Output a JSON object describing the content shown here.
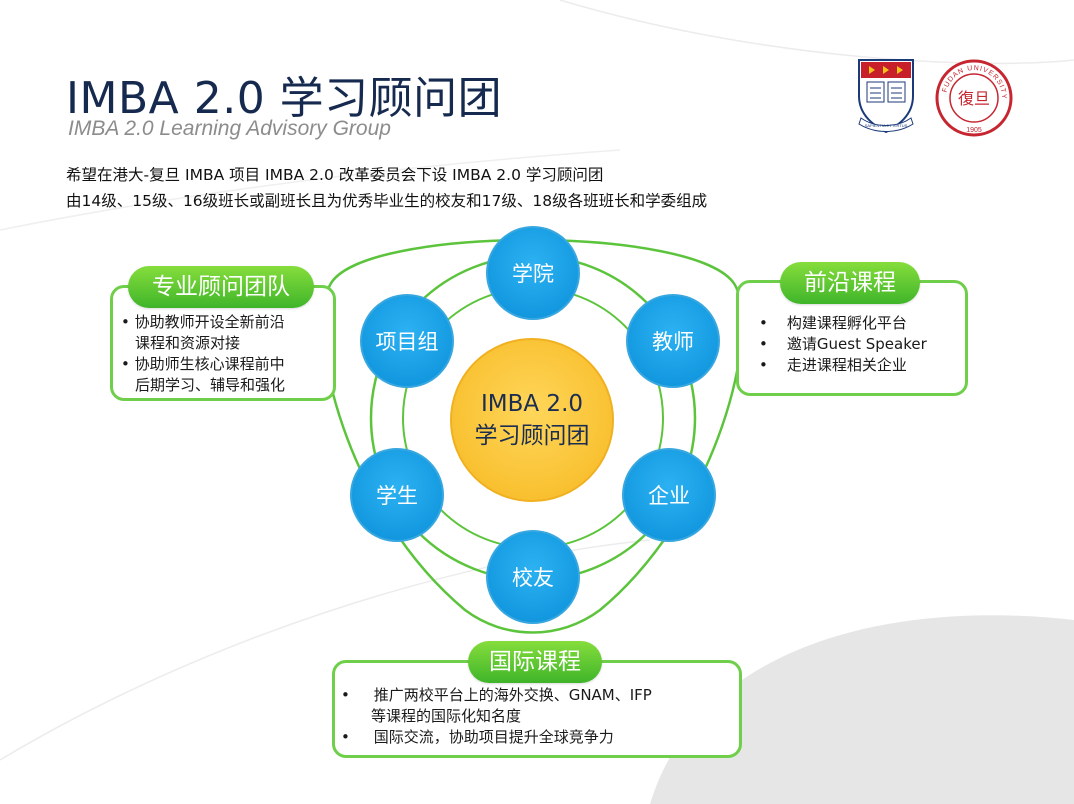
{
  "header": {
    "title": "IMBA 2.0 学习顾问团",
    "subtitle": "IMBA 2.0 Learning Advisory Group",
    "intro_line1": "希望在港大-复旦 IMBA 项目 IMBA 2.0 改革委员会下设 IMBA 2.0 学习顾问团",
    "intro_line2": "由14级、15级、16级班长或副班长且为优秀毕业生的校友和17级、18级各班班长和学委组成"
  },
  "logos": {
    "fudan_ring_text": "FUDAN UNIVERSITY",
    "fudan_center": "復旦",
    "fudan_year": "1905",
    "hku_motto": "SAPIENTIA ET VIRTUS"
  },
  "diagram": {
    "core_line1": "IMBA 2.0",
    "core_line2": "学习顾问团",
    "nodes": {
      "top": "学院",
      "top_right": "教师",
      "bottom_right": "企业",
      "bottom": "校友",
      "bottom_left": "学生",
      "top_left": "项目组"
    }
  },
  "panels": {
    "left": {
      "title": "专业顾问团队",
      "items": [
        {
          "line1": "协助教师开设全新前沿",
          "line2": "课程和资源对接"
        },
        {
          "line1": "协助师生核心课程前中",
          "line2": "后期学习、辅导和强化"
        }
      ]
    },
    "right": {
      "title": "前沿课程",
      "items": [
        "构建课程孵化平台",
        "邀请Guest Speaker",
        "走进课程相关企业"
      ]
    },
    "bottom": {
      "title": "国际课程",
      "items": [
        {
          "line1": "推广两校平台上的海外交换、GNAM、IFP",
          "line2": "等课程的国际化知名度"
        },
        {
          "line1": "国际交流，协助项目提升全球竞争力",
          "line2": ""
        }
      ]
    }
  },
  "colors": {
    "green": "#6fcf4a",
    "blue": "#1ba2ea",
    "yellow": "#f9c32e",
    "title_navy": "#16294f"
  }
}
